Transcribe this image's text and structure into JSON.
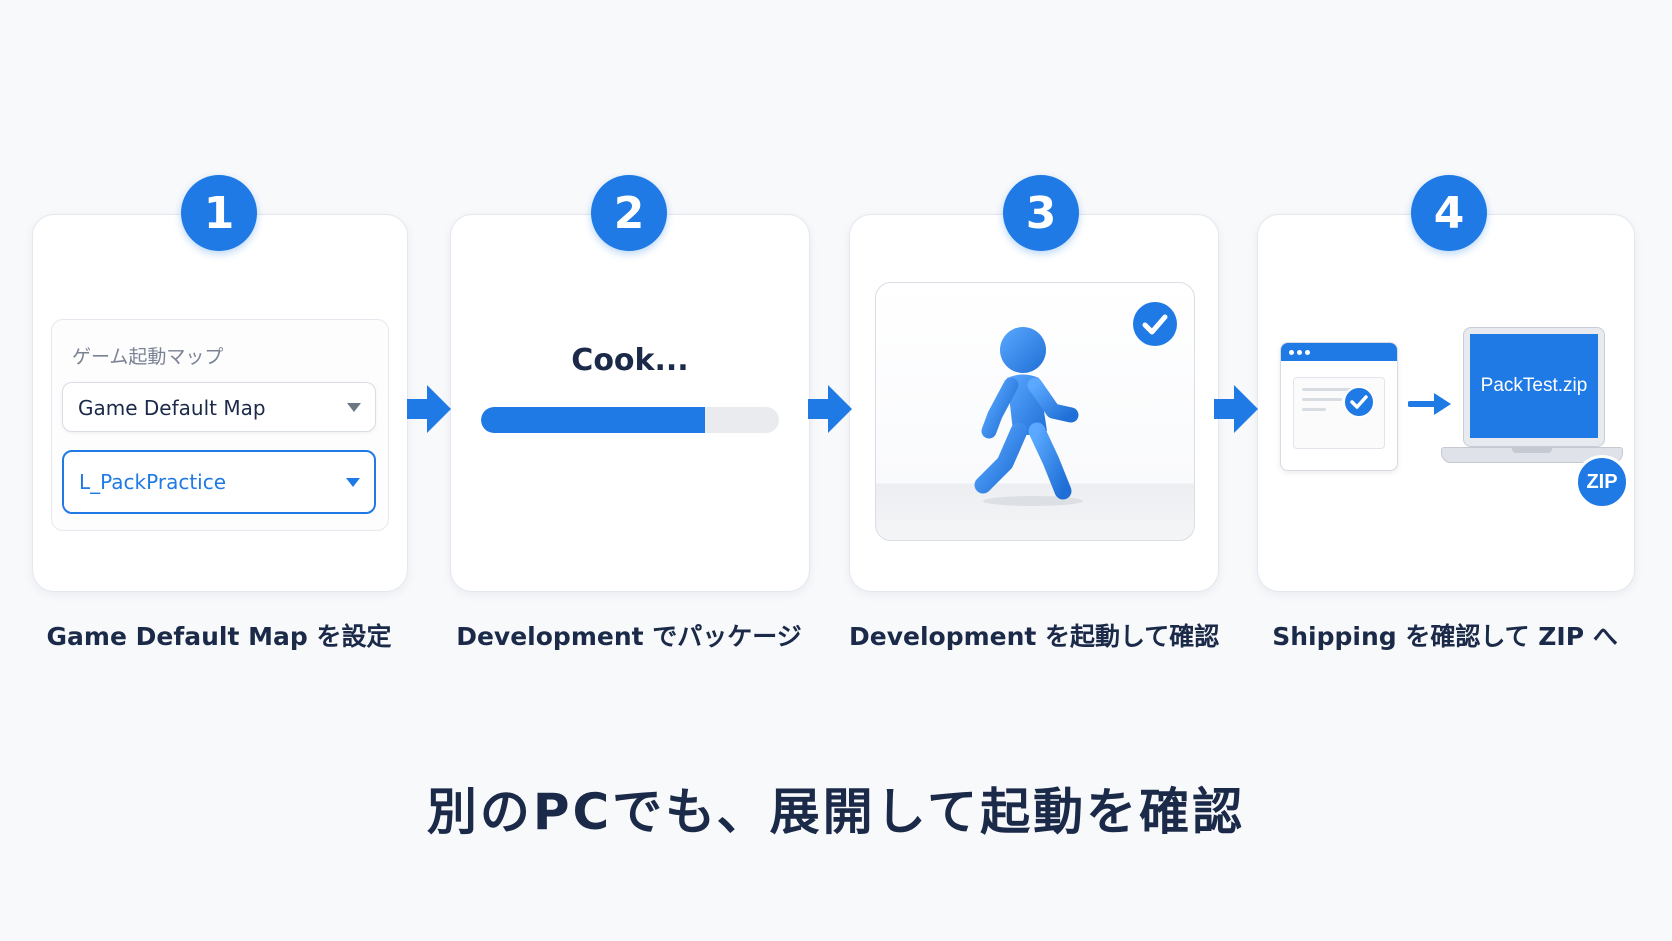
{
  "colors": {
    "accent": "#1f7ae6",
    "text": "#1b2a48",
    "muted": "#7a8394",
    "background": "#f8f9fb"
  },
  "steps": [
    {
      "number": "1",
      "caption": "Game Default Map を設定",
      "panel_label": "ゲーム起動マップ",
      "default_select": "Game Default Map",
      "level_select": "L_PackPractice"
    },
    {
      "number": "2",
      "caption": "Development でパッケージ",
      "status_text": "Cook...",
      "progress": 0.75
    },
    {
      "number": "3",
      "caption": "Development を起動して確認",
      "icons": [
        "walking-person-icon",
        "check-circle-icon"
      ]
    },
    {
      "number": "4",
      "caption": "Shipping を確認して ZIP へ",
      "zip_file": "PackTest.zip",
      "zip_badge": "ZIP",
      "icons": [
        "window-icon",
        "check-circle-icon",
        "arrow-right-icon",
        "laptop-icon"
      ]
    }
  ],
  "footer": {
    "message": "別のPCでも、展開して起動を確認"
  }
}
